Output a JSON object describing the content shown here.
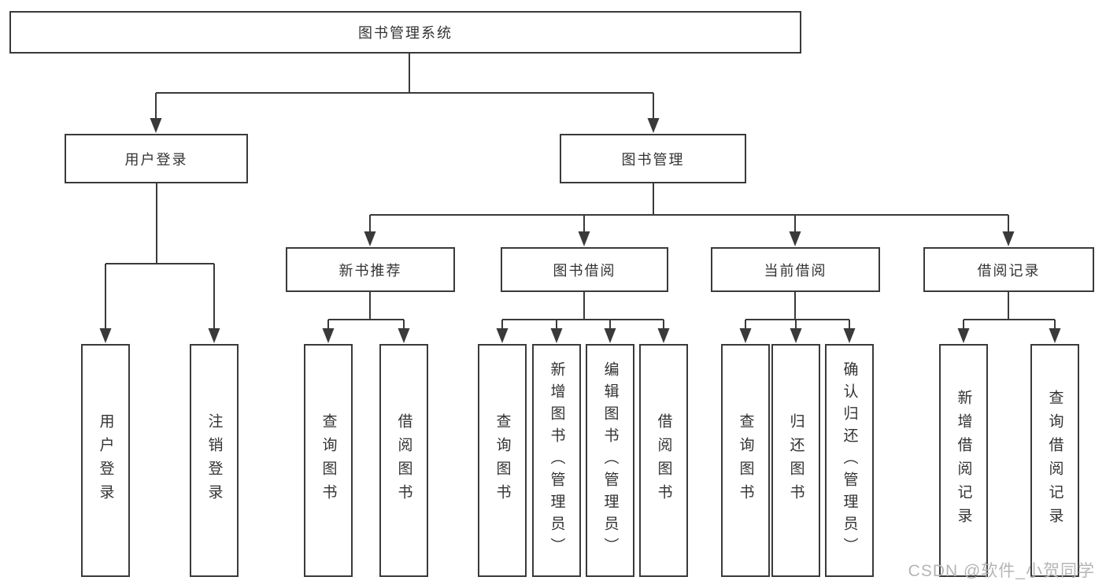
{
  "nodes": {
    "root": "图书管理系统",
    "user_login": "用户登录",
    "book_management": "图书管理",
    "new_book_recommend": "新书推荐",
    "book_borrow": "图书借阅",
    "current_borrow": "当前借阅",
    "borrow_records": "借阅记录",
    "leaf_user_login": "用户登录",
    "leaf_logout": "注销登录",
    "leaf_nb_query_book": "查询图书",
    "leaf_nb_borrow_book": "借阅图书",
    "leaf_bb_query_book": "查询图书",
    "leaf_bb_add_book": "新增图书（管理员）",
    "leaf_bb_edit_book": "编辑图书（管理员）",
    "leaf_bb_borrow_book": "借阅图书",
    "leaf_cb_query_book": "查询图书",
    "leaf_cb_return_book": "归还图书",
    "leaf_cb_confirm_return": "确认归还（管理员）",
    "leaf_br_add_record": "新增借阅记录",
    "leaf_br_query_record": "查询借阅记录"
  },
  "edges": [
    [
      "root",
      "user_login"
    ],
    [
      "root",
      "book_management"
    ],
    [
      "user_login",
      "leaf_user_login"
    ],
    [
      "user_login",
      "leaf_logout"
    ],
    [
      "book_management",
      "new_book_recommend"
    ],
    [
      "book_management",
      "book_borrow"
    ],
    [
      "book_management",
      "current_borrow"
    ],
    [
      "book_management",
      "borrow_records"
    ],
    [
      "new_book_recommend",
      "leaf_nb_query_book"
    ],
    [
      "new_book_recommend",
      "leaf_nb_borrow_book"
    ],
    [
      "book_borrow",
      "leaf_bb_query_book"
    ],
    [
      "book_borrow",
      "leaf_bb_add_book"
    ],
    [
      "book_borrow",
      "leaf_bb_edit_book"
    ],
    [
      "book_borrow",
      "leaf_bb_borrow_book"
    ],
    [
      "current_borrow",
      "leaf_cb_query_book"
    ],
    [
      "current_borrow",
      "leaf_cb_return_book"
    ],
    [
      "current_borrow",
      "leaf_cb_confirm_return"
    ],
    [
      "borrow_records",
      "leaf_br_add_record"
    ],
    [
      "borrow_records",
      "leaf_br_query_record"
    ]
  ],
  "watermark": "CSDN @软件_小贺同学",
  "colors": {
    "line": "#3a3a3a",
    "box_border": "#3a3a3a",
    "text": "#333333",
    "background": "#ffffff",
    "watermark": "#b5b5b5"
  }
}
